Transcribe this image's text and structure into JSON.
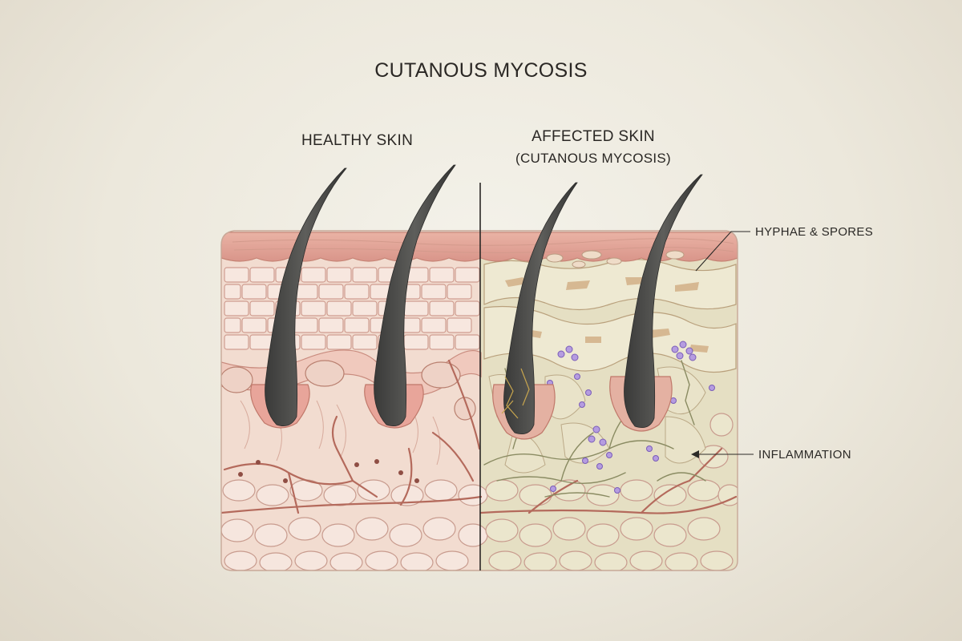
{
  "title": "CUTANOUS MYCOSIS",
  "panels": {
    "healthy": {
      "heading": "HEALTHY SKIN"
    },
    "affected": {
      "heading": "AFFECTED SKIN",
      "subheading": "(CUTANOUS MYCOSIS)"
    }
  },
  "annotations": {
    "hyphae": "HYPHAE & SPORES",
    "inflammation": "INFLAMMATION"
  },
  "colors": {
    "epidermis": "#e4a89a",
    "healthy_tissue": "#f3dccf",
    "affected_tissue": "#e6e0c2",
    "hair": "#4a4a48",
    "spores": "#8f72c9",
    "vessels": "#b46a5c",
    "hyphae": "#8a8b62"
  }
}
